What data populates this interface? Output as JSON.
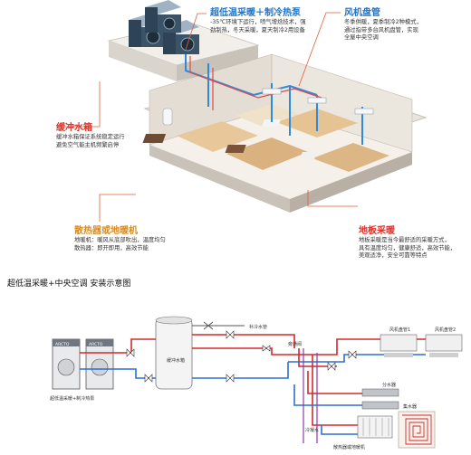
{
  "callouts": {
    "heat_pump": {
      "title": "超低温采暖＋制冷热泵",
      "lines": [
        "-35℃环境下运行，喷气增焓技术，强",
        "劲制热，冬天采暖，夏天制冷2用设备"
      ]
    },
    "fan_coil": {
      "title": "风机盘管",
      "lines": [
        "冬季供暖，夏季制冷2种模式，",
        "通过指带多台风机盘管，实现",
        "全屋中央空调"
      ]
    },
    "buffer_tank": {
      "title": "缓冲水箱",
      "lines": [
        "缓冲水箱保证系统稳定运行",
        "避免空气能主机频繁启停"
      ]
    },
    "radiator": {
      "title": "散热器或地暖机",
      "lines": [
        "地暖机：暖风从底部吹出，温度均匀",
        "散热器：即开即用，高效节能"
      ]
    },
    "floor_heating": {
      "title": "地板采暖",
      "lines": [
        "地板采暖是当今最舒适的采暖方式，",
        "具有温度均匀，健康舒适，高效节能，",
        "美观适净，安全可靠等特点"
      ]
    }
  },
  "schematic": {
    "title": "超低温采暖+中央空调 安装示意图",
    "unit_brand": "ARCTO",
    "labels": {
      "outdoor_units": "超低温采暖+制冷热泵",
      "tank": "缓冲水箱",
      "makeup_water": "补冷水管",
      "bypass": "旁通阀",
      "fan_coil_1": "风机盘管1",
      "fan_coil_2": "风机盘管2",
      "distributor": "分水器",
      "collector": "集水器",
      "condensate": "冷凝水",
      "radiator": "散热器或地暖机"
    }
  }
}
